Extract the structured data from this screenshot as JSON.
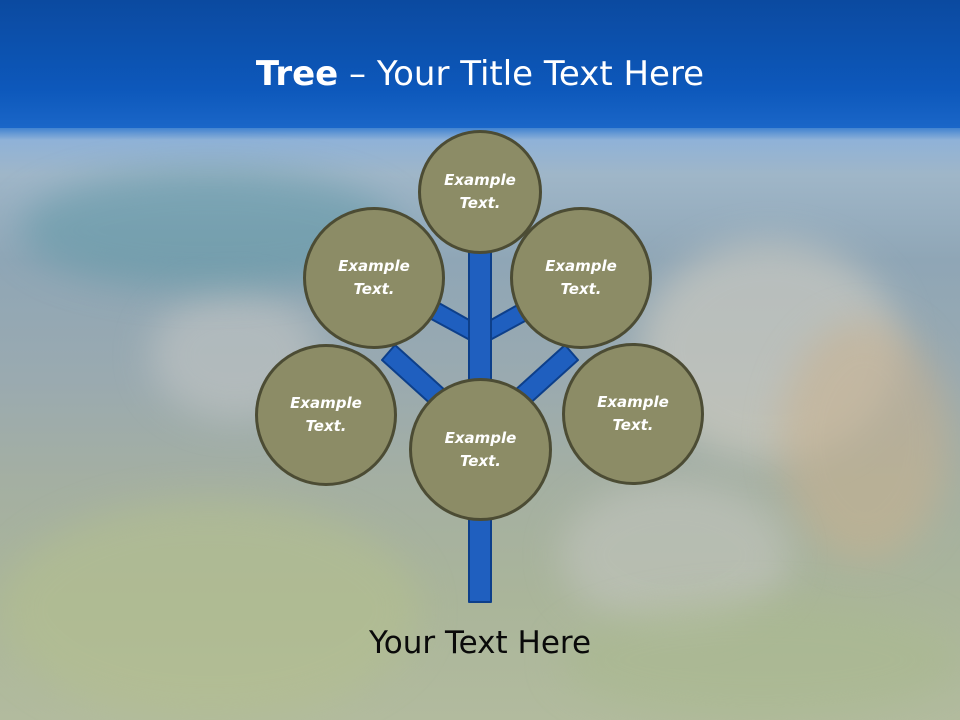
{
  "slide": {
    "title_bold": "Tree",
    "title_rest": " – Your Title Text Here",
    "footer_text": "Your Text Here",
    "colors": {
      "header_blue": "#0d58bb",
      "node_fill": "#8c8c66",
      "node_border": "#4c4c34",
      "trunk_fill": "#1f5fbf",
      "trunk_stroke": "#0d3f8a"
    }
  },
  "nodes": [
    {
      "line1": "Example",
      "line2": "Text."
    },
    {
      "line1": "Example",
      "line2": "Text."
    },
    {
      "line1": "Example",
      "line2": "Text."
    },
    {
      "line1": "Example",
      "line2": "Text."
    },
    {
      "line1": "Example",
      "line2": "Text."
    },
    {
      "line1": "Example",
      "line2": "Text."
    }
  ]
}
